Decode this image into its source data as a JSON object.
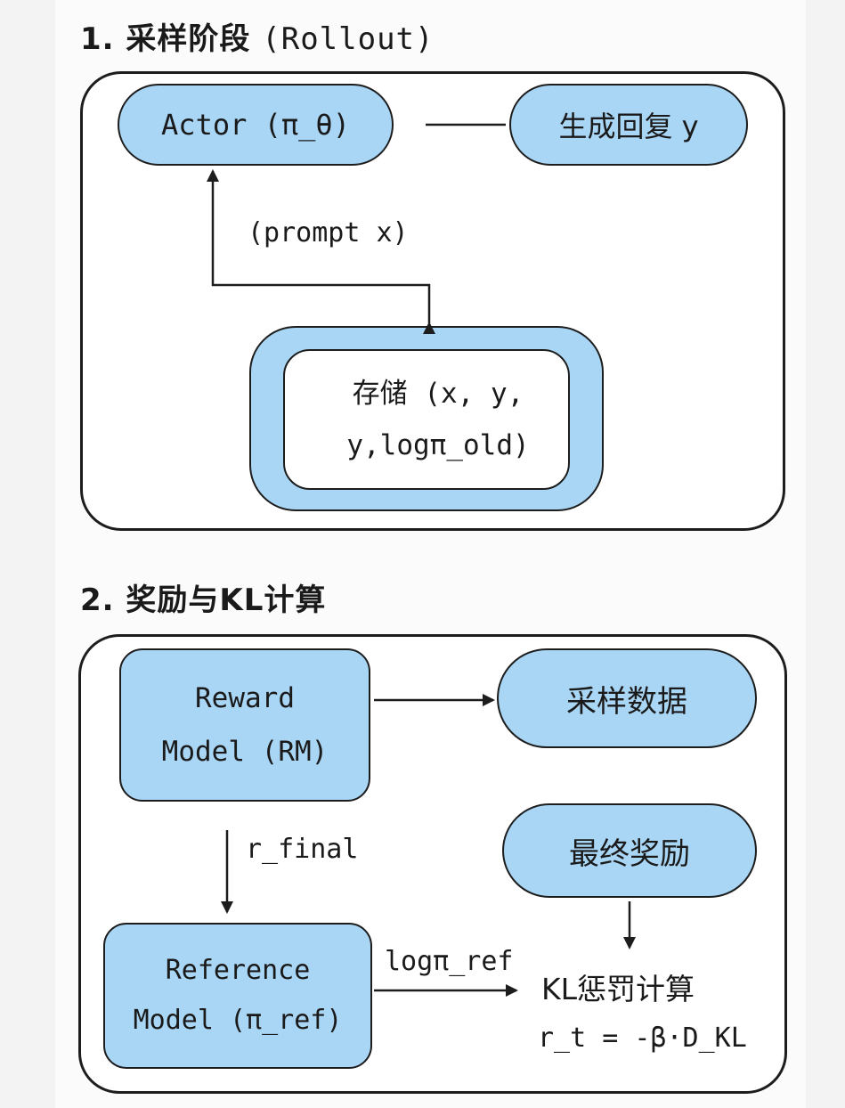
{
  "section1": {
    "number": "1.",
    "title": "采样阶段",
    "subtitle": "(Rollout)",
    "actor": "Actor (π_θ)",
    "generate": "生成回复 y",
    "prompt": "(prompt x)",
    "storage_line1": "存储 (x, y,",
    "storage_line2": "y,logπ_old)"
  },
  "section2": {
    "number": "2.",
    "title": "奖励与KL计算",
    "reward_line1": "Reward",
    "reward_line2": "Model (RM)",
    "sample_data": "采样数据",
    "final_reward": "最终奖励",
    "r_final": "r_final",
    "ref_line1": "Reference",
    "ref_line2": "Model (π_ref)",
    "logpi_ref": "logπ_ref",
    "kl_title": "KL惩罚计算",
    "kl_formula": "r_t = -β·D_KL"
  },
  "colors": {
    "node_fill": "#a9d6f5",
    "stroke": "#1d1d1d",
    "panel_bg": "#ffffff"
  }
}
